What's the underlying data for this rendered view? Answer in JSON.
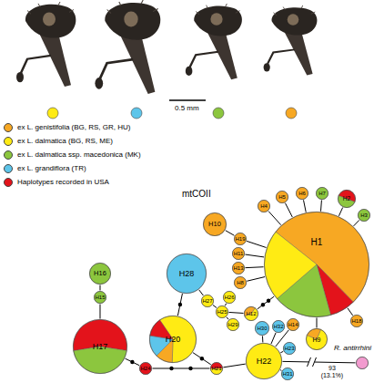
{
  "diagram": {
    "nodes": [
      {
        "text": [
          "H10"
        ]
      },
      {
        "text": [
          "H19"
        ]
      },
      {
        "text": [
          "H4"
        ]
      },
      {
        "text": [
          "H5"
        ]
      },
      {
        "text": [
          "H6"
        ]
      },
      {
        "text": [
          "H7"
        ]
      },
      {
        "text": [
          "H2"
        ]
      },
      {
        "text": [
          "H3"
        ]
      },
      {
        "text": [
          "H11"
        ]
      },
      {
        "text": [
          "H13"
        ]
      },
      {
        "text": [
          "H8"
        ]
      },
      {
        "text": [
          "H1"
        ]
      },
      {
        "text": [
          "H28"
        ]
      },
      {
        "text": [
          "H16"
        ]
      },
      {
        "text": [
          "H27"
        ]
      },
      {
        "text": [
          "H25"
        ]
      },
      {
        "text": [
          "H26"
        ]
      },
      {
        "text": [
          "H29"
        ]
      },
      {
        "text": [
          "H15"
        ]
      },
      {
        "text": [
          "H12"
        ]
      },
      {
        "text": [
          "H30"
        ]
      },
      {
        "text": [
          "H32"
        ]
      },
      {
        "text": [
          "H14"
        ]
      },
      {
        "text": [
          "H9"
        ]
      },
      {
        "text": [
          "H18"
        ]
      },
      {
        "text": [
          "H20"
        ]
      },
      {
        "text": [
          "H17"
        ]
      },
      {
        "text": [
          "H24"
        ]
      },
      {
        "text": [
          "H21"
        ]
      },
      {
        "text": [
          "H22"
        ]
      },
      {
        "text": [
          "H23"
        ]
      },
      {
        "text": [
          "H31"
        ]
      },
      {
        "text": [
          "R. antirrhini"
        ]
      }
    ],
    "edges": [
      {
        "from": 0,
        "to": 1,
        "arrow": "none"
      },
      {
        "from": 1,
        "to": 11,
        "arrow": "none"
      },
      {
        "from": 2,
        "to": 11,
        "arrow": "none"
      },
      {
        "from": 3,
        "to": 11,
        "arrow": "none"
      },
      {
        "from": 4,
        "to": 11,
        "arrow": "none"
      },
      {
        "from": 5,
        "to": 11,
        "arrow": "none"
      },
      {
        "from": 6,
        "to": 11,
        "arrow": "none"
      },
      {
        "from": 7,
        "to": 11,
        "arrow": "none"
      },
      {
        "from": 8,
        "to": 11,
        "arrow": "none"
      },
      {
        "from": 9,
        "to": 11,
        "arrow": "none"
      },
      {
        "from": 10,
        "to": 11,
        "arrow": "none"
      },
      {
        "from": 24,
        "to": 11,
        "arrow": "none"
      },
      {
        "from": 23,
        "to": 11,
        "arrow": "none"
      },
      {
        "from": 19,
        "to": 11,
        "arrow": "none"
      },
      {
        "from": 12,
        "to": 14,
        "arrow": "none"
      },
      {
        "from": 14,
        "to": 15,
        "arrow": "none"
      },
      {
        "from": 16,
        "to": 15,
        "arrow": "none"
      },
      {
        "from": 17,
        "to": 15,
        "arrow": "none"
      },
      {
        "from": 15,
        "to": 19,
        "arrow": "none"
      },
      {
        "from": 12,
        "to": 25,
        "arrow": "none"
      },
      {
        "from": 13,
        "to": 18,
        "arrow": "none"
      },
      {
        "from": 18,
        "to": 26,
        "arrow": "none"
      },
      {
        "from": 26,
        "to": 27,
        "arrow": "none"
      },
      {
        "from": 27,
        "to": 28,
        "arrow": "none"
      },
      {
        "from": 25,
        "to": 28,
        "arrow": "none"
      },
      {
        "from": 28,
        "to": 29,
        "arrow": "none"
      },
      {
        "from": 29,
        "to": 20,
        "arrow": "none"
      },
      {
        "from": 29,
        "to": 21,
        "arrow": "none"
      },
      {
        "from": 29,
        "to": 22,
        "arrow": "none"
      },
      {
        "from": 29,
        "to": 30,
        "arrow": "none"
      },
      {
        "from": 29,
        "to": 31,
        "arrow": "none"
      },
      {
        "from": 29,
        "to": 32,
        "label": "93 (13.1%)",
        "arrow": "none"
      }
    ],
    "labels": [
      "0.5 mm",
      "mtCOII"
    ],
    "legend": [
      {
        "text": "ex L. genistifolia (BG, RS, GR, HU)",
        "color": "#F7A823"
      },
      {
        "text": "ex L. dalmatica (BG, RS, ME)",
        "color": "#FFEB14"
      },
      {
        "text": "ex L. dalmatica ssp. macedonica (MK)",
        "color": "#8CC63E"
      },
      {
        "text": "ex L. grandiflora (TR)",
        "color": "#5DC5EA"
      },
      {
        "text": "Haplotypes recorded in USA",
        "color": "#E3131B"
      }
    ]
  }
}
